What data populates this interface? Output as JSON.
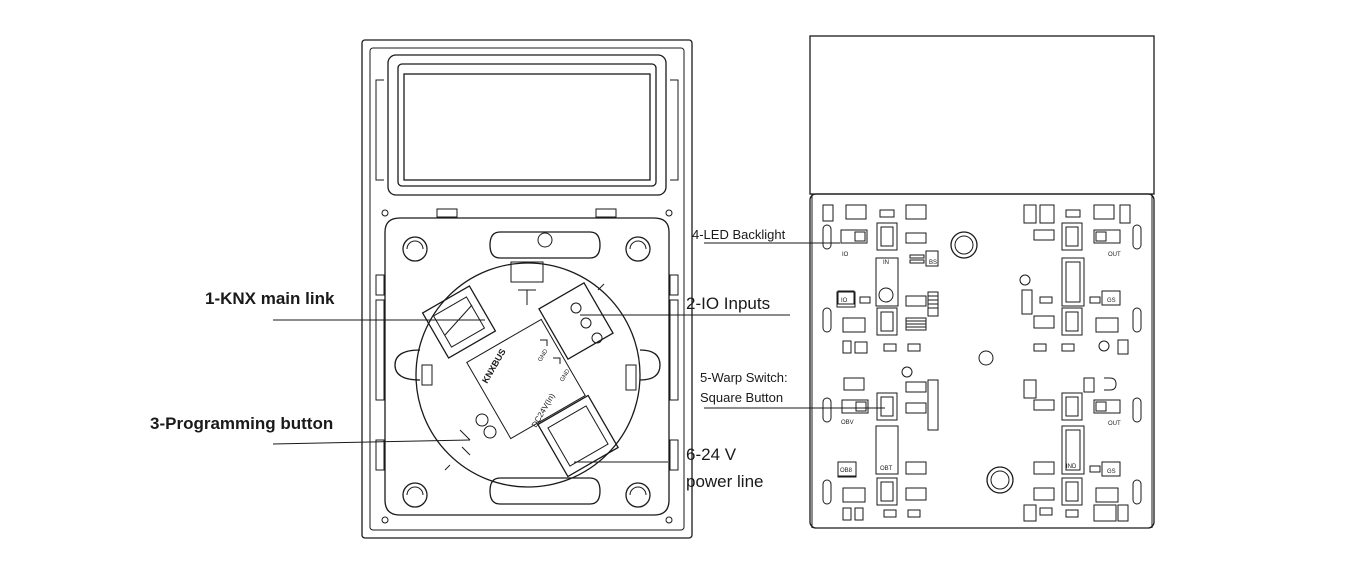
{
  "labels": {
    "knx_main_link": "1-KNX main link",
    "io_inputs": "2-IO Inputs",
    "programming_button": "3-Programming button",
    "led_backlight": "4-LED Backlight",
    "warp_switch_line1": "5-Warp Switch:",
    "warp_switch_line2": "Square Button",
    "power_line1": "6-24 V",
    "power_line2": "power line"
  },
  "module_text": {
    "knx_bus": "KNXBUS",
    "gnd_1": "GND",
    "gnd_2": "GND",
    "dc24v": "DC24V(In)"
  },
  "pcb_text": {
    "io": "IO",
    "in": "IN",
    "bs": "BS",
    "out_1": "OUT",
    "out_io": "IO",
    "out_gs": "GS",
    "obv": "OBV",
    "obt": "OBT",
    "ob8": "OB8",
    "out_2": "OUT",
    "out_gs_2": "GS",
    "ind": "IND"
  },
  "colors": {
    "line": "#1a1a1a",
    "background": "#ffffff"
  }
}
